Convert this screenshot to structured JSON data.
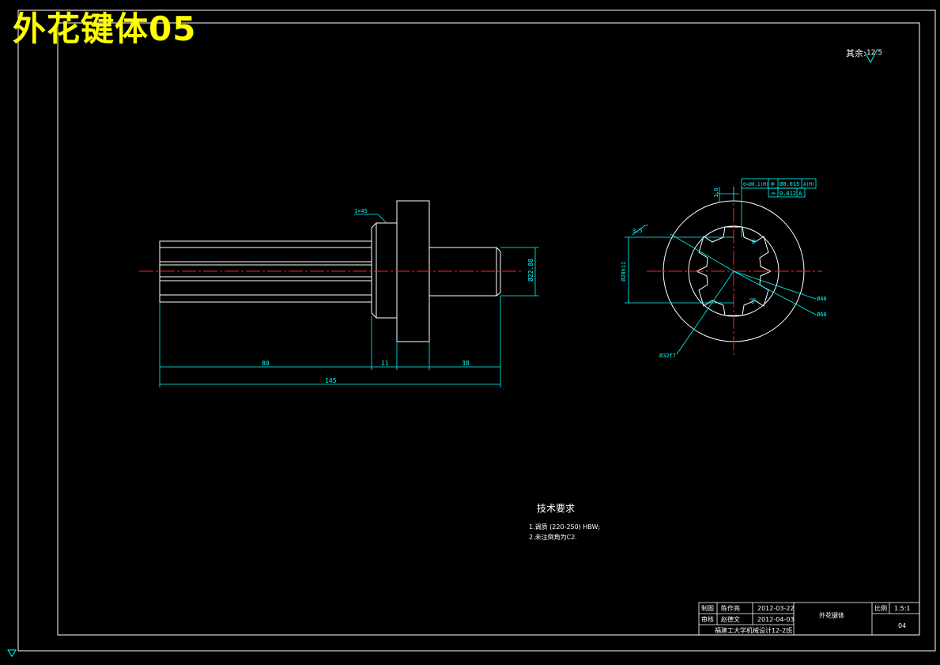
{
  "title": "外花键体05",
  "roughness_note": "其余:",
  "roughness_value": "12.5",
  "dimensions": {
    "len_80": "80",
    "len_11": "11",
    "len_38": "38",
    "len_total": "145",
    "chamfer": "1×45",
    "dia_shaft": "Ø22.80",
    "dia_spline": "Ø28h11",
    "chamfer_3": "3.5",
    "ref_1_6": "1.6",
    "dia_40": "Ø40",
    "dia_60": "Ø60",
    "dia_32": "Ø32f7",
    "slot_6": "6",
    "slot_5": "Ø",
    "tol_ref": "6×Ø0.1(M)",
    "tol_pos": "Ø0.015",
    "tol_pos_ref": "A(M)",
    "tol_flat": "0.012",
    "tol_flat_ref": "A"
  },
  "tech": {
    "heading": "技术要求",
    "line1": "1.调质 (220-250) HBW;",
    "line2": "2.未注倒角为C2."
  },
  "title_block": {
    "row1_label": "制图",
    "row1_name": "陈作亮",
    "row1_date": "2012-03-22",
    "row2_label": "审核",
    "row2_name": "赵德文",
    "row2_date": "2012-04-03",
    "part_name": "外花键体",
    "scale_label": "比例",
    "scale_value": "1.5:1",
    "sheet": "04",
    "school": "福建工大学机械设计12-2班"
  }
}
